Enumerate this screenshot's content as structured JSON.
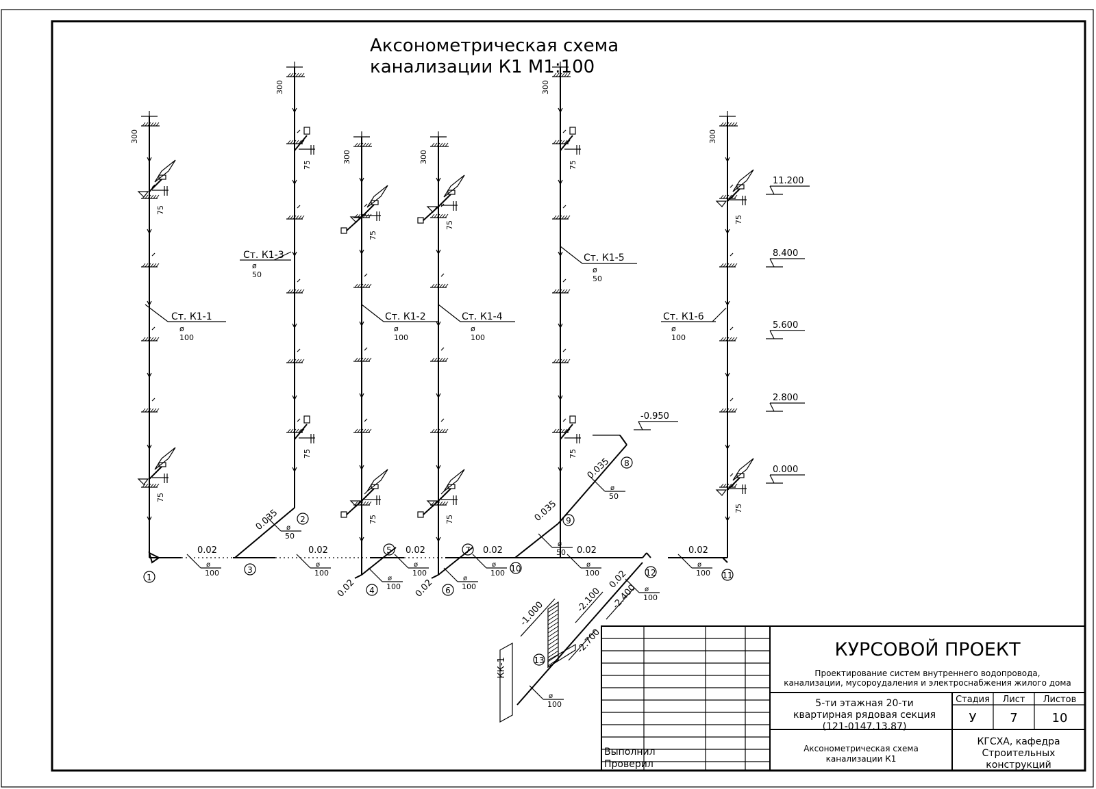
{
  "title": {
    "line1": "Аксонометрическая схема",
    "line2": "канализации К1  М1:100"
  },
  "risers": [
    {
      "label": "Ст. К1-1",
      "diameter": "100",
      "vent": "300"
    },
    {
      "label": "Ст. К1-3",
      "diameter": "50",
      "vent": "300"
    },
    {
      "label": "Ст. К1-2",
      "diameter": "100",
      "vent": "300"
    },
    {
      "label": "Ст. К1-4",
      "diameter": "100",
      "vent": "300"
    },
    {
      "label": "Ст. К1-5",
      "diameter": "50",
      "vent": "300"
    },
    {
      "label": "Ст. К1-6",
      "diameter": "100",
      "vent": "300"
    }
  ],
  "branch_size": "75",
  "levels": [
    "11.200",
    "8.400",
    "5.600",
    "2.800",
    "0.000",
    "-0.950",
    "-1.000",
    "-2.100",
    "-2.400",
    "-2.700"
  ],
  "slopes": {
    "main": "0.02",
    "branch": "0.035"
  },
  "diam_symbol": "ø",
  "pipe_diameters": {
    "d100": "100",
    "d50": "50"
  },
  "nodes": [
    "1",
    "2",
    "3",
    "4",
    "5",
    "6",
    "7",
    "8",
    "9",
    "10",
    "11",
    "12",
    "13"
  ],
  "well": "КК-1",
  "stamp": {
    "project_type": "КУРСОВОЙ ПРОЕКТ",
    "topic": "Проектирование систем внутреннего водопровода, канализации, мусороудаления и электроснабжения жилого дома",
    "building": "5-ти этажная 20-ти квартирная рядовая секция (121-0147.13.87)",
    "sheet_title": "Аксонометрическая схема канализации К1",
    "col_stage": "Стадия",
    "col_sheet": "Лист",
    "col_sheets": "Листов",
    "stage": "У",
    "sheet": "7",
    "sheets": "10",
    "org": "КГСХА, кафедра Строительных конструкций",
    "executed": "Выполнил",
    "checked": "Проверил"
  }
}
